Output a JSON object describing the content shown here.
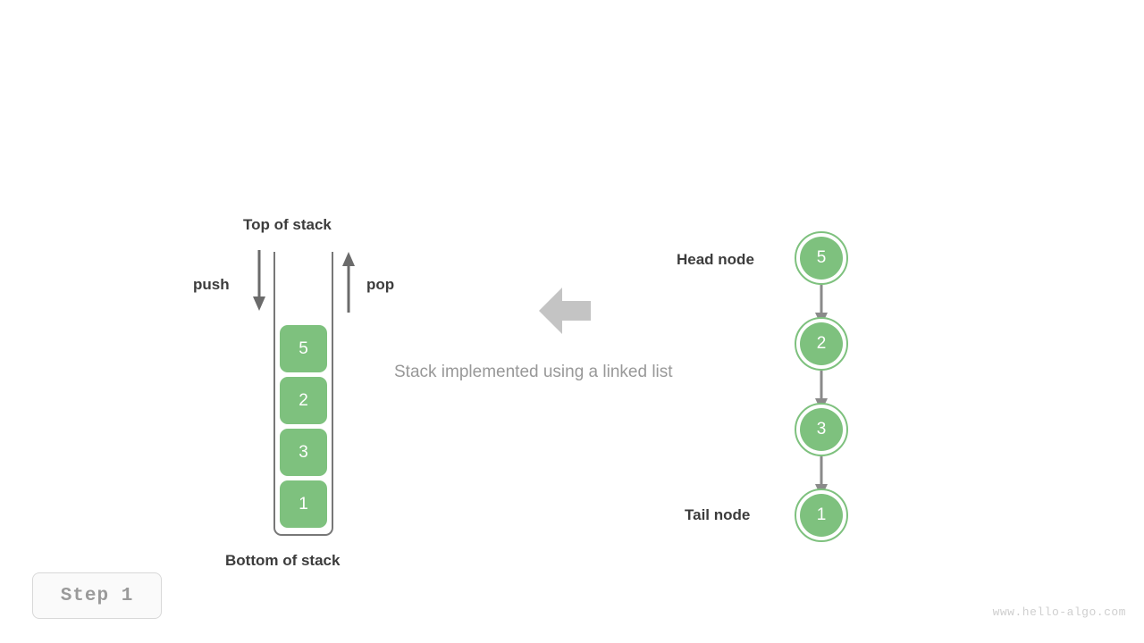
{
  "meta": {
    "caption": "Stack implemented using a linked list",
    "step_badge": "Step 1",
    "watermark": "www.hello-algo.com"
  },
  "colors": {
    "node_green": "#7ec17e",
    "arrow_gray": "#6b6b6b",
    "big_arrow_gray": "#c4c4c4",
    "container_border": "#777777",
    "label_dark": "#3c3c3c",
    "muted_text": "#989898",
    "badge_text": "#9a9a9a",
    "watermark_text": "#cfcfcf"
  },
  "stack": {
    "top_label": "Top of stack",
    "bottom_label": "Bottom of stack",
    "push_label": "push",
    "pop_label": "pop",
    "items": [
      {
        "value": "5"
      },
      {
        "value": "2"
      },
      {
        "value": "3"
      },
      {
        "value": "1"
      }
    ]
  },
  "linked_list": {
    "head_label": "Head node",
    "tail_label": "Tail node",
    "nodes": [
      {
        "value": "5"
      },
      {
        "value": "2"
      },
      {
        "value": "3"
      },
      {
        "value": "1"
      }
    ]
  },
  "icons": {
    "push_arrow": "arrow-down-icon",
    "pop_arrow": "arrow-up-icon",
    "transform_arrow": "arrow-left-block-icon",
    "link_arrow": "arrow-down-link-icon"
  }
}
